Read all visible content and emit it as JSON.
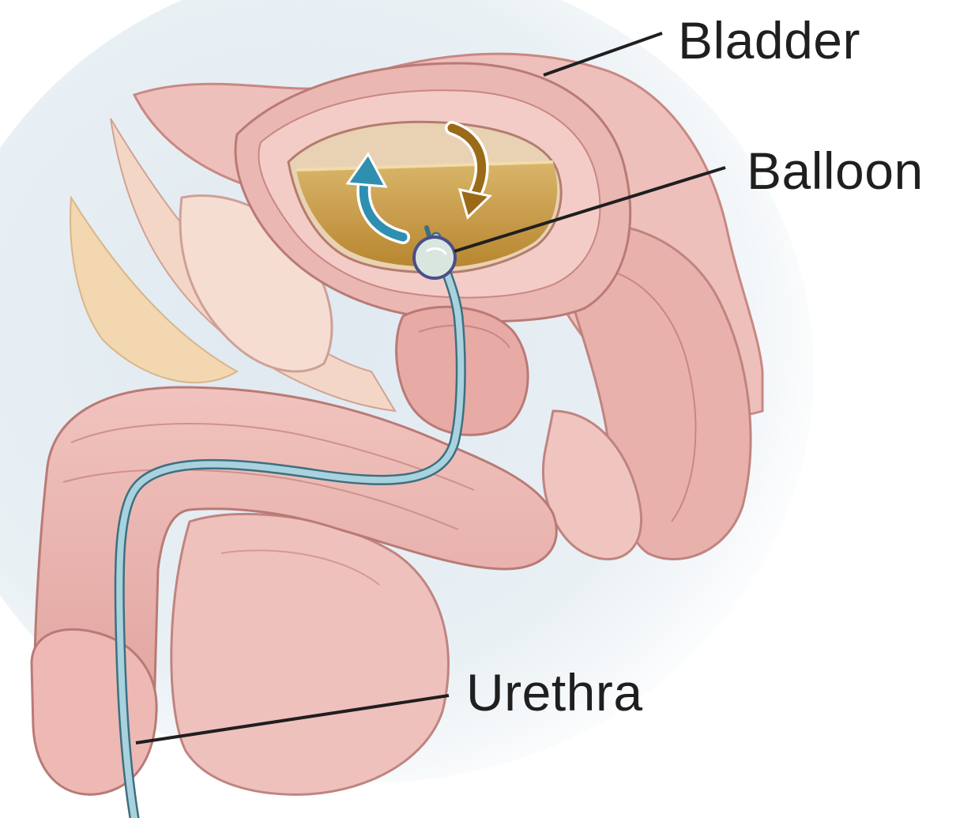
{
  "labels": {
    "bladder": "Bladder",
    "balloon": "Balloon",
    "urethra": "Urethra"
  },
  "colors": {
    "background": "#ffffff",
    "halo": "#e4edf3",
    "tissue": "#ecb3b0",
    "tissue_light": "#f3cbc5",
    "tissue_dark": "#c98783",
    "tissue_outline": "#b97a76",
    "fat": "#f2d7b0",
    "urine": "#c99a45",
    "urine_light": "#e2c27e",
    "catheter": "#a9d2df",
    "catheter_outline": "#3e6f80",
    "balloon": "#d8e6df",
    "arrow_in": "#2e8fb0",
    "arrow_out": "#9a6a18",
    "leader_line": "#1f1f1f",
    "text": "#1f1f1f"
  },
  "icons": {
    "inflow_arrow": "curved-arrow-up-icon",
    "outflow_arrow": "curved-arrow-down-icon"
  }
}
